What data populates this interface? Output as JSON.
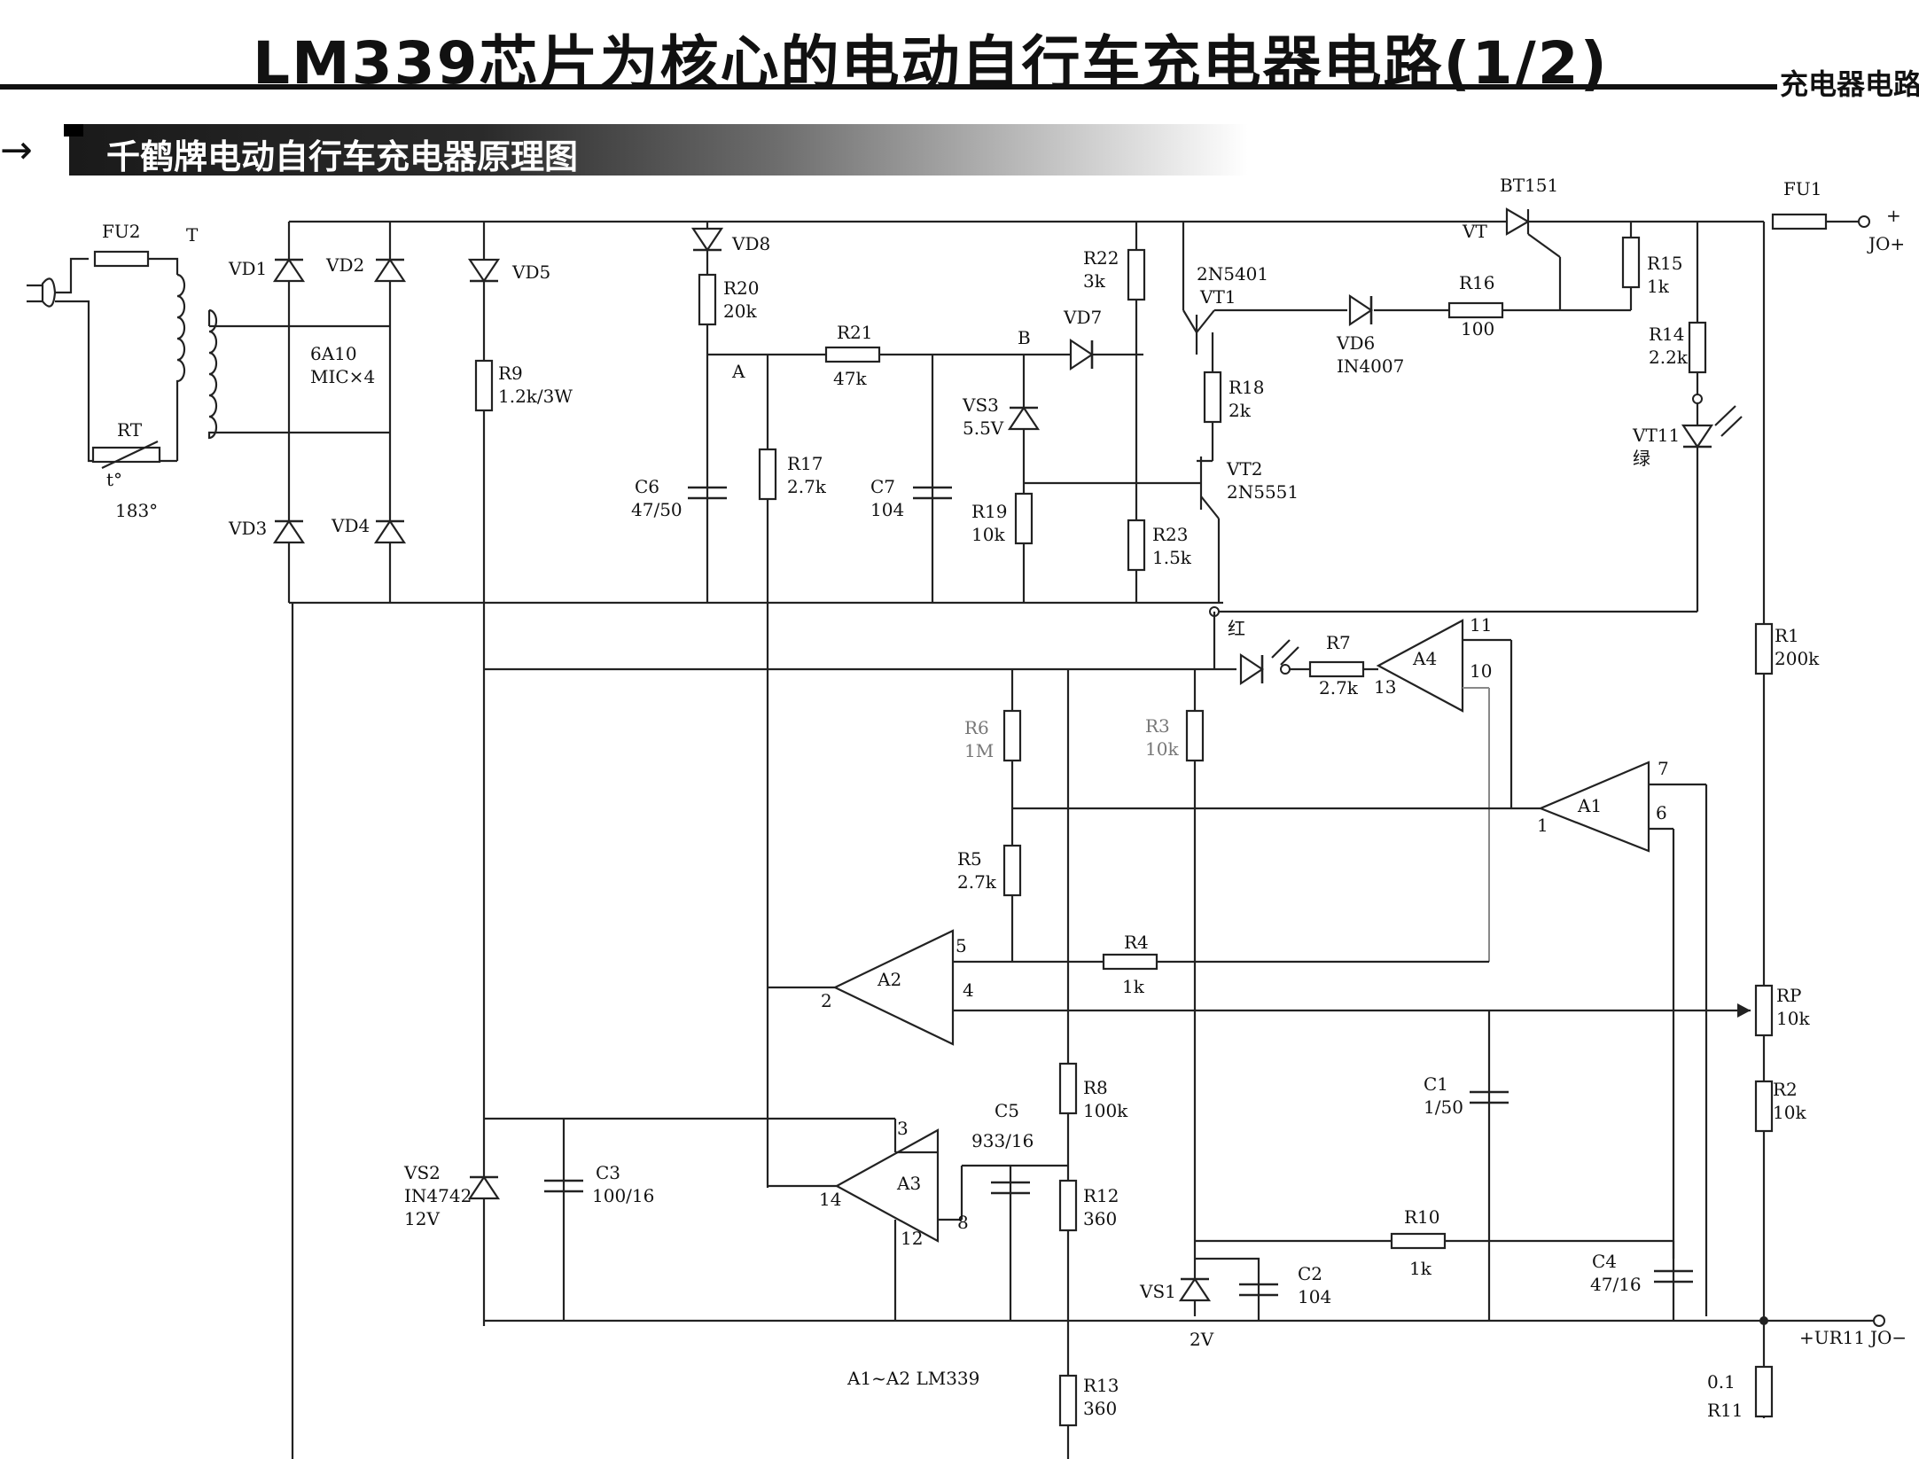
{
  "title": "LM339芯片为核心的电动自行车充电器电路(1/2)",
  "section_tag": "充电器电路",
  "subtitle": "千鹤牌电动自行车充电器原理图",
  "note": "A1~A2 LM339",
  "labels": {
    "FU2": "FU2",
    "T": "T",
    "RT": "RT",
    "RT_temp": "183°",
    "t_sym": "t°",
    "VD1": "VD1",
    "VD2": "VD2",
    "VD3": "VD3",
    "VD4": "VD4",
    "VD5": "VD5",
    "bridge_type": "6A10",
    "bridge_qty": "MIC×4",
    "R9": "R9",
    "R9_val": "1.2k/3W",
    "VD8": "VD8",
    "R20": "R20",
    "R20_val": "20k",
    "node_A": "A",
    "R21": "R21",
    "R21_val": "47k",
    "node_B": "B",
    "VD7": "VD7",
    "R22": "R22",
    "R22_val": "3k",
    "VS3": "VS3",
    "VS3_val": "5.5V",
    "C6": "C6",
    "C6_val": "47/50",
    "R17": "R17",
    "R17_val": "2.7k",
    "C7": "C7",
    "C7_val": "104",
    "R19": "R19",
    "R19_val": "10k",
    "R23": "R23",
    "R23_val": "1.5k",
    "VT1_type": "2N5401",
    "VT1": "VT1",
    "VT": "VT",
    "BT151": "BT151",
    "VD6": "VD6",
    "VD6_val": "IN4007",
    "R16": "R16",
    "R16_val": "100",
    "R18": "R18",
    "R18_val": "2k",
    "VT2": "VT2",
    "VT2_type": "2N5551",
    "R15": "R15",
    "R15_val": "1k",
    "R14": "R14",
    "R14_val": "2.2k",
    "VT11": "VT11",
    "VT11_color": "绿",
    "FU1": "FU1",
    "JO_plus": "JO+",
    "plus": "+",
    "red": "红",
    "R7": "R7",
    "R7_val": "2.7k",
    "A4": "A4",
    "A4_p11": "11",
    "A4_p10": "10",
    "A4_p13": "13",
    "R6": "R6",
    "R6_val": "1M",
    "R3": "R3",
    "R3_val": "10k",
    "R1": "R1",
    "R1_val": "200k",
    "A1": "A1",
    "A1_p7": "7",
    "A1_p6": "6",
    "A1_p1": "1",
    "R5": "R5",
    "R5_val": "2.7k",
    "A2": "A2",
    "A2_p5": "5",
    "A2_p4": "4",
    "A2_p2": "2",
    "R4": "R4",
    "R4_val": "1k",
    "RP": "RP",
    "RP_val": "10k",
    "R8": "R8",
    "R8_val": "100k",
    "C5": "C5",
    "C5_val": "933/16",
    "C1": "C1",
    "C1_val": "1/50",
    "R2": "R2",
    "R2_val": "10k",
    "VS2": "VS2",
    "VS2_val": "IN4742",
    "VS2_v": "12V",
    "C3": "C3",
    "C3_val": "100/16",
    "A3": "A3",
    "A3_p3": "3",
    "A3_p14": "14",
    "A3_p12": "12",
    "A3_p8": "8",
    "R12": "R12",
    "R12_val": "360",
    "R10": "R10",
    "R10_val": "1k",
    "C4": "C4",
    "C4_val": "47/16",
    "VS1": "VS1",
    "VS1_v": "2V",
    "C2": "C2",
    "C2_val": "104",
    "UR11": "+UR11",
    "JO_minus": "JO−",
    "R13": "R13",
    "R13_val": "360",
    "R11_val": "0.1",
    "R11": "R11"
  }
}
